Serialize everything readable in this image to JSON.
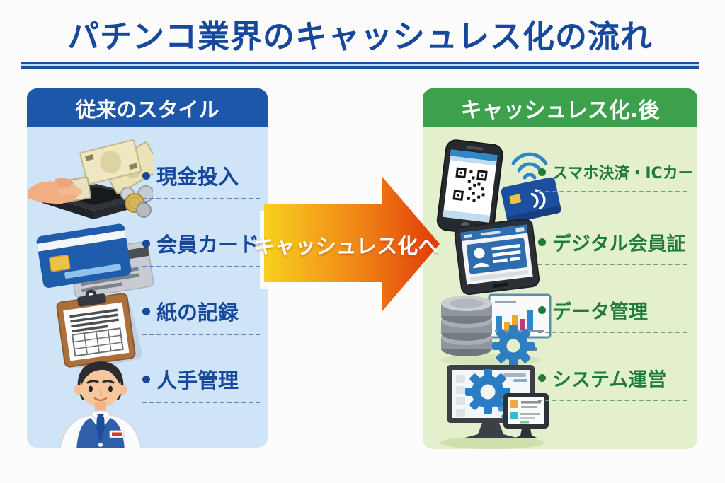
{
  "title": "パチンコ業界のキャッシュレス化の流れ",
  "arrow": {
    "label": "キャッシュレス化へ"
  },
  "left_panel": {
    "header": "従来のスタイル",
    "items": [
      {
        "label": "現金投入",
        "icon": "cash-insert-icon"
      },
      {
        "label": "会員カード",
        "icon": "member-card-icon"
      },
      {
        "label": "紙の記録",
        "icon": "paper-clipboard-icon"
      },
      {
        "label": "人手管理",
        "icon": "staff-person-icon"
      }
    ]
  },
  "right_panel": {
    "header": "キャッシュレス化.後",
    "items": [
      {
        "label": "スマホ決済・ICカード",
        "icon": "smartphone-qr-ic-card-icon"
      },
      {
        "label": "デジタル会員証",
        "icon": "tablet-digital-id-icon"
      },
      {
        "label": "データ管理",
        "icon": "database-analytics-icon"
      },
      {
        "label": "システム運営",
        "icon": "system-monitors-icon"
      }
    ]
  },
  "colors": {
    "title_text": "#17489c",
    "left_header_bg": "#1d57a9",
    "left_panel_bg": "#d0e4f7",
    "left_item_text": "#17489c",
    "right_header_bg": "#3da04c",
    "right_panel_bg": "#e4f0cd",
    "right_item_text": "#1e7b3a",
    "arrow_gradient_start": "#f9d01f",
    "arrow_gradient_end": "#e23a0a"
  }
}
